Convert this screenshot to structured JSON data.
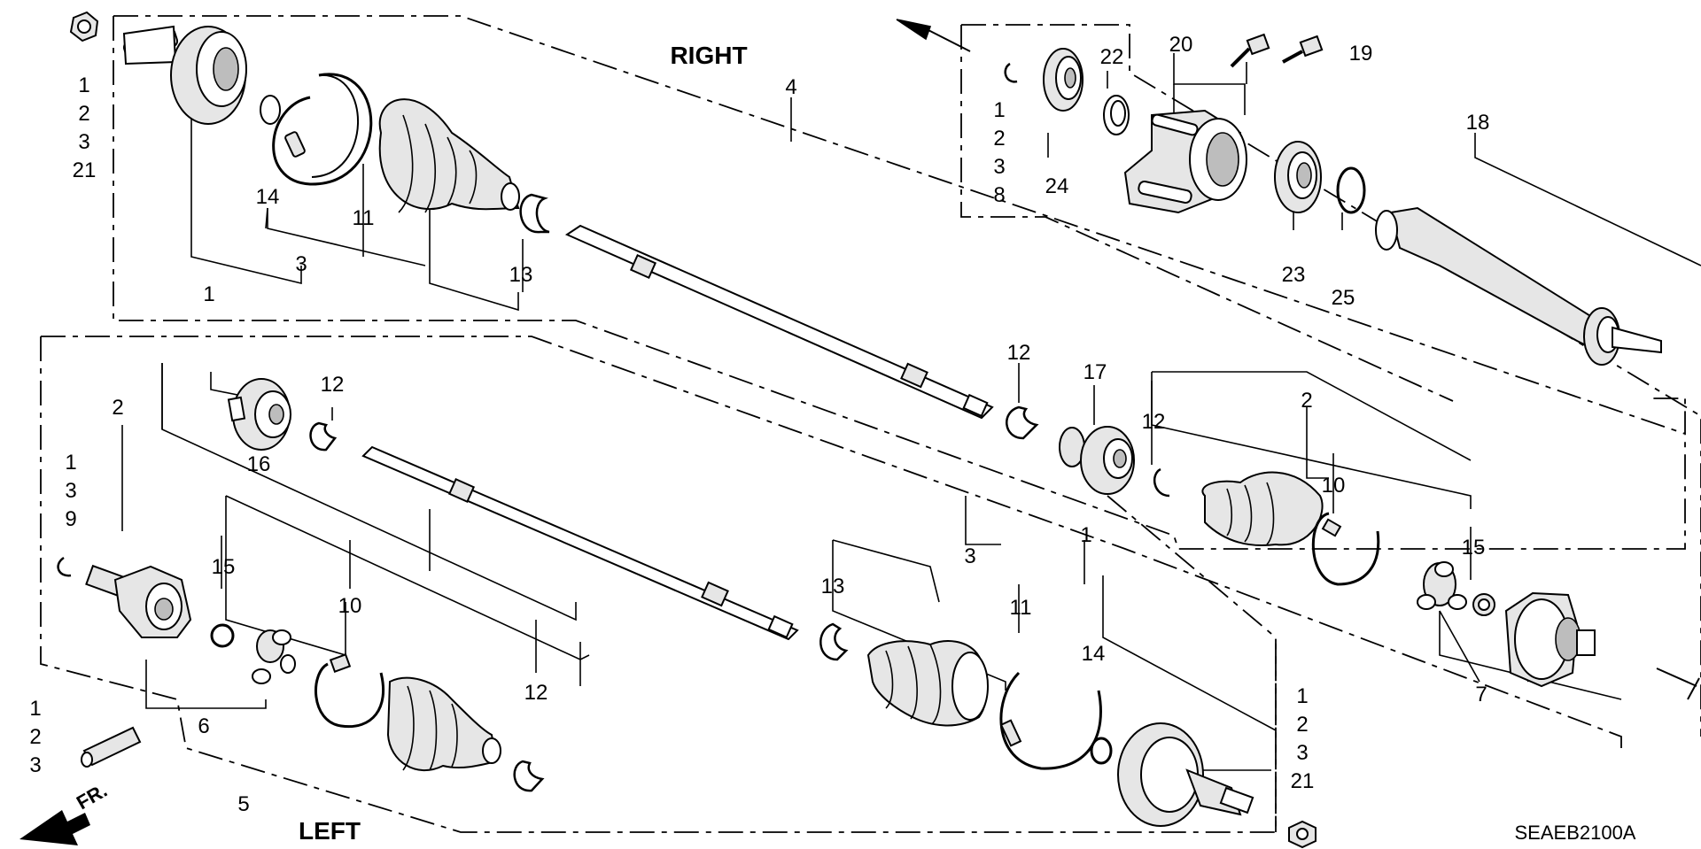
{
  "diagram": {
    "title_right": "RIGHT",
    "title_left": "LEFT",
    "direction_label": "FR.",
    "diagram_code": "SEAEB2100A",
    "callouts": {
      "c_nut_top_1": "1",
      "c_nut_top_2": "2",
      "c_nut_top_3": "3",
      "c_nut_top_21": "21",
      "c_14_top": "14",
      "c_11_top": "11",
      "c_3_top": "3",
      "c_1_top": "1",
      "c_13_top": "13",
      "c_4": "4",
      "c_bracket_1": "1",
      "c_bracket_2": "2",
      "c_bracket_3": "3",
      "c_bracket_8": "8",
      "c_24": "24",
      "c_22": "22",
      "c_20": "20",
      "c_19": "19",
      "c_18": "18",
      "c_23": "23",
      "c_25": "25",
      "c_12_mid": "12",
      "c_17": "17",
      "c_12_right": "12",
      "c_2_right": "2",
      "c_10_right": "10",
      "c_15_right": "15",
      "c_7": "7",
      "c_2_left": "2",
      "c_12_left_top": "12",
      "c_16": "16",
      "c_left_1": "1",
      "c_left_3": "3",
      "c_left_9": "9",
      "c_15_left": "15",
      "c_10_left": "10",
      "c_12_left_bottom": "12",
      "c_6": "6",
      "c_grease_1": "1",
      "c_grease_2": "2",
      "c_grease_3": "3",
      "c_5": "5",
      "c_13_bottom": "13",
      "c_3_bottom": "3",
      "c_11_bottom": "11",
      "c_14_bottom": "14",
      "c_1_bottom": "1",
      "c_nut_bottom_1": "1",
      "c_nut_bottom_2": "2",
      "c_nut_bottom_3": "3",
      "c_nut_bottom_21": "21"
    }
  }
}
